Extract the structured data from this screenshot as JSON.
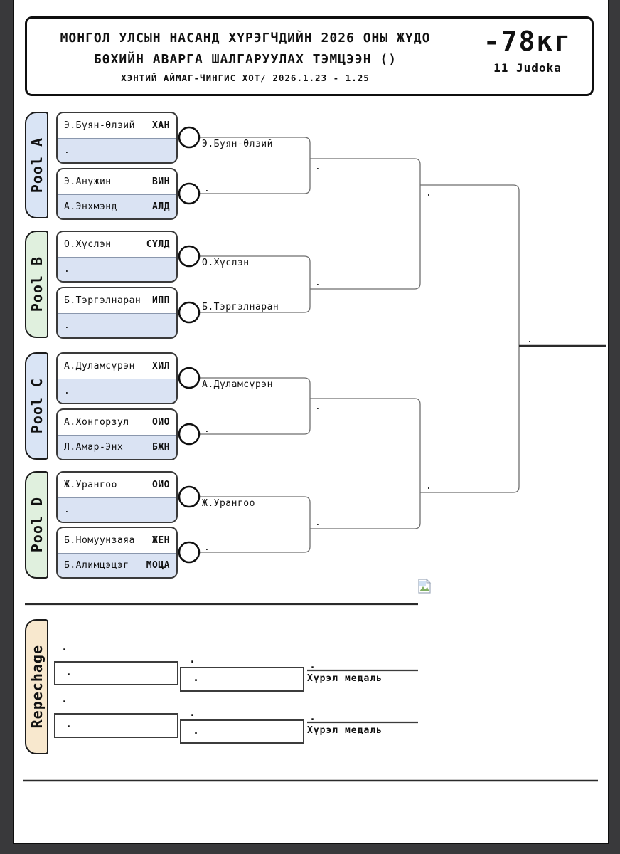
{
  "header": {
    "title_line1": "МОНГОЛ УЛСЫН НАСАНД ХҮРЭГЧДИЙН 2026 ОНЫ ЖҮДО",
    "title_line2": "БӨХИЙН АВАРГА ШАЛГАРУУЛАХ ТЭМЦЭЭН ()",
    "title_line3": "ХЭНТИЙ АЙМАГ-ЧИНГИС ХОТ/ 2026.1.23 - 1.25",
    "weight": "-78кг",
    "judoka_count": "11 Judoka"
  },
  "colors": {
    "pool_tab_blue": "#d9e4f5",
    "pool_tab_green": "#e0f0de",
    "repechage_tab_peach": "#f8e8ce",
    "slot_row_blue": "#dae3f3",
    "line_gray": "#6e6e6e",
    "line_dark": "#2a2a2a"
  },
  "pools": [
    {
      "label": "Pool A",
      "matches": [
        {
          "rows": [
            {
              "name": "Э.Буян-Өлзий",
              "club": "ХАН"
            },
            {
              "name": ".",
              "club": ""
            }
          ],
          "winner": "Э.Буян-Өлзий"
        },
        {
          "rows": [
            {
              "name": "Э.Анужин",
              "club": "ВИН"
            },
            {
              "name": "А.Энхмэнд",
              "club": "АЛД"
            }
          ],
          "winner": "."
        }
      ]
    },
    {
      "label": "Pool B",
      "matches": [
        {
          "rows": [
            {
              "name": "О.Хүслэн",
              "club": "СҮЛД"
            },
            {
              "name": ".",
              "club": ""
            }
          ],
          "winner": "О.Хүслэн"
        },
        {
          "rows": [
            {
              "name": "Б.Тэргэлнаран",
              "club": "ИПП"
            },
            {
              "name": ".",
              "club": ""
            }
          ],
          "winner": "Б.Тэргэлнаран"
        }
      ]
    },
    {
      "label": "Pool C",
      "matches": [
        {
          "rows": [
            {
              "name": "А.Дуламсүрэн",
              "club": "ХИЛ"
            },
            {
              "name": ".",
              "club": ""
            }
          ],
          "winner": "А.Дуламсүрэн"
        },
        {
          "rows": [
            {
              "name": "А.Хонгорзул",
              "club": "ОИО"
            },
            {
              "name": "Л.Амар-Энх",
              "club": "БЖН"
            }
          ],
          "winner": "."
        }
      ]
    },
    {
      "label": "Pool D",
      "matches": [
        {
          "rows": [
            {
              "name": "Ж.Урангоо",
              "club": "ОИО"
            },
            {
              "name": ".",
              "club": ""
            }
          ],
          "winner": "Ж.Урангоо"
        },
        {
          "rows": [
            {
              "name": "Б.Номуунзаяа",
              "club": "ЖЕН"
            },
            {
              "name": "Б.Алимцэцэг",
              "club": "МОЦА"
            }
          ],
          "winner": "."
        }
      ]
    }
  ],
  "bracket": {
    "pool_winner_labels": [
      ".",
      ".",
      ".",
      "."
    ],
    "semifinal_winner_labels": [
      ".",
      "."
    ],
    "final_winner_label": "."
  },
  "repechage": {
    "label": "Repechage",
    "brackets": [
      {
        "slots": [
          ".",
          ".",
          ".",
          "."
        ],
        "bronze_winner": ".",
        "medal_label": "Хүрэл медаль"
      },
      {
        "slots": [
          ".",
          ".",
          ".",
          "."
        ],
        "bronze_winner": ".",
        "medal_label": "Хүрэл медаль"
      }
    ]
  },
  "icons": {
    "placeholder": "broken-image-icon"
  }
}
